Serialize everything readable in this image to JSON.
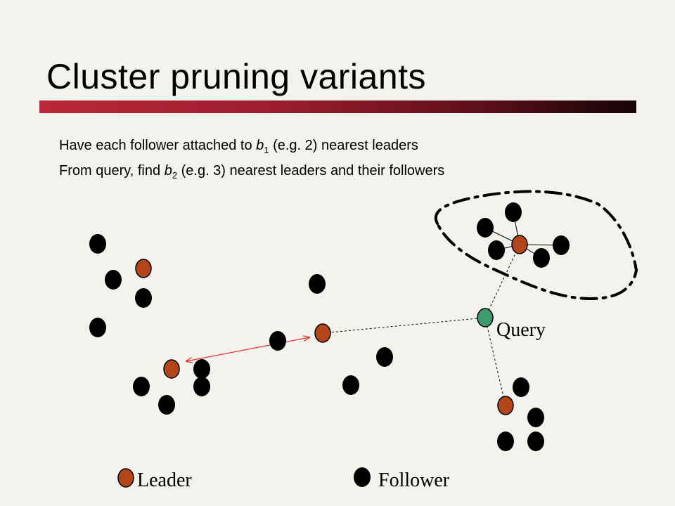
{
  "title": "Cluster pruning variants",
  "bullets": [
    {
      "pre": "Have each follower attached to ",
      "var": "b",
      "sub": "1",
      "post": " (e.g. 2) nearest leaders"
    },
    {
      "pre": "From query, find ",
      "var": "b",
      "sub": "2",
      "post": " (e.g. 3) nearest leaders and their followers"
    }
  ],
  "labels": {
    "query": "Query",
    "legend_leader": "Leader",
    "legend_follower": "Follower"
  },
  "colors": {
    "leader": "#b2451a",
    "follower": "#000000",
    "query": "#3f9a6d",
    "arrow": "#e03030",
    "title_bar": "#9c1d2c"
  }
}
